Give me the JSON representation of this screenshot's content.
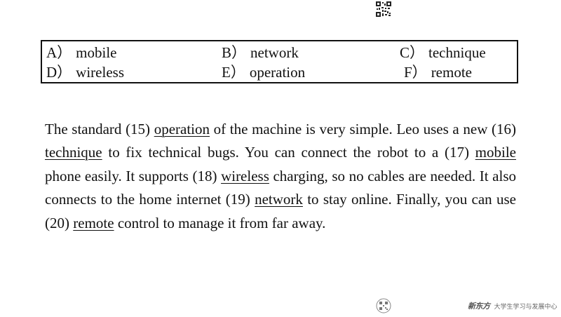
{
  "options": [
    {
      "letter": "A）",
      "word": "mobile"
    },
    {
      "letter": "B）",
      "word": "network"
    },
    {
      "letter": "C）",
      "word": "technique"
    },
    {
      "letter": "D）",
      "word": "wireless"
    },
    {
      "letter": "E）",
      "word": "operation"
    },
    {
      "letter": "F）",
      "word": "remote"
    }
  ],
  "passage": {
    "t0": "The standard (15) ",
    "a15": "operation",
    "t1": " of the machine is very simple. Leo uses a new (16) ",
    "a16": "technique",
    "t2": " to fix technical bugs. You can connect the robot to a (17) ",
    "a17": "mobile",
    "t3": " phone easily. It supports (18) ",
    "a18": "wireless",
    "t4": " charging, so no cables are needed. It also connects to the home internet (19) ",
    "a19": "network",
    "t5": " to stay online. Finally, you can use (20) ",
    "a20": "remote",
    "t6": " control to manage it from far away."
  },
  "footer": {
    "brand_logo": "新东方",
    "brand_text": "大学生学习与发展中心"
  }
}
